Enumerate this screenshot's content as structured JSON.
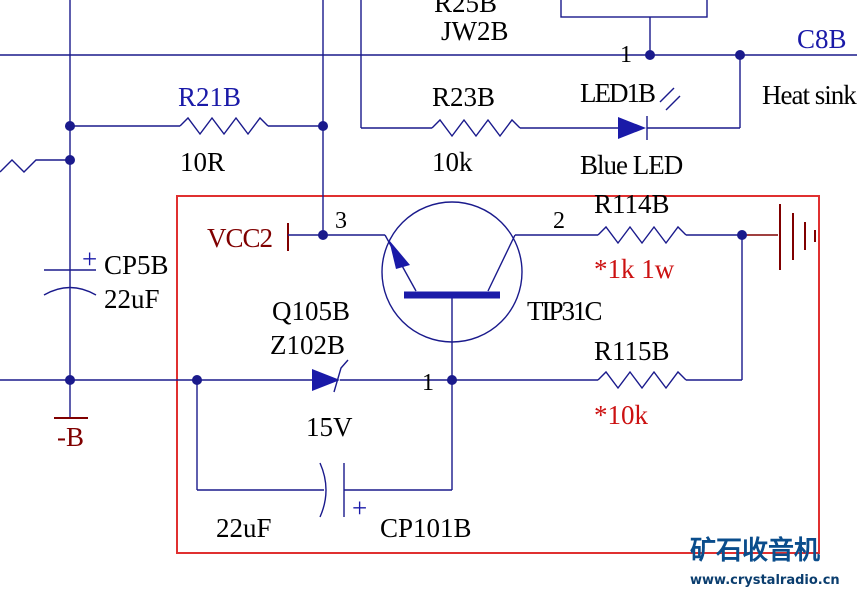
{
  "labels": {
    "r25b": "R25B",
    "jw2b": "JW2B",
    "c8b": "C8B",
    "heatsink": "Heat sink",
    "r21b": "R21B",
    "r21b_value": "10R",
    "r23b": "R23B",
    "r23b_value": "10k",
    "led1b": "LED1B",
    "led1b_value": "Blue LED",
    "r114b": "R114B",
    "r114b_value": "*1k 1w",
    "vcc2": "VCC2",
    "pin3": "3",
    "pin2": "2",
    "pin1": "1",
    "pin1_top": "1",
    "cp5b": "CP5B",
    "cp5b_value": "22uF",
    "cp5b_plus": "+",
    "q105b": "Q105B",
    "z102b": "Z102B",
    "z102b_value": "15V",
    "transistor_type": "TIP31C",
    "r115b": "R115B",
    "r115b_value": "*10k",
    "neg_b": "-B",
    "cp101b_value": "22uF",
    "cp101b": "CP101B",
    "cp101b_plus": "+"
  },
  "logo": {
    "name_cn": "矿石收音机",
    "url": "www.crystalradio.cn"
  },
  "colors": {
    "wire": "#1a1a8c",
    "highlight_box": "#e03030",
    "red_text": "#cc1111",
    "dark_red_text": "#800000"
  }
}
